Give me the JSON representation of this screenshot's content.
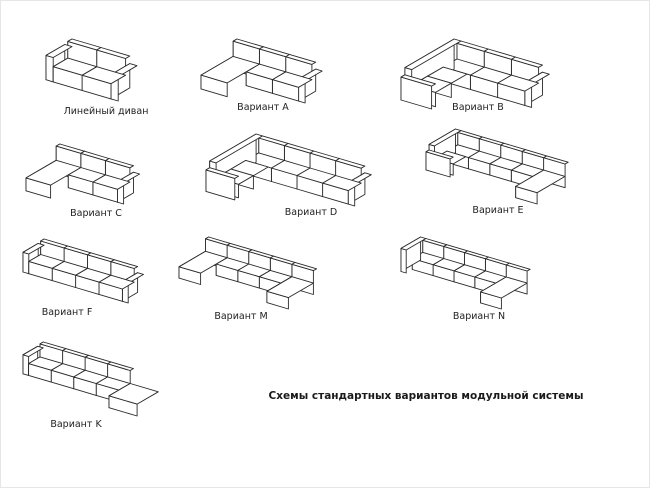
{
  "title": "Схемы стандартных вариантов модульной системы",
  "variants": [
    {
      "id": "linear",
      "label": "Линейный диван"
    },
    {
      "id": "a",
      "label": "Вариант A"
    },
    {
      "id": "b",
      "label": "Вариант B"
    },
    {
      "id": "c",
      "label": "Вариант C"
    },
    {
      "id": "d",
      "label": "Вариант D"
    },
    {
      "id": "e",
      "label": "Вариант E"
    },
    {
      "id": "f",
      "label": "Вариант F"
    },
    {
      "id": "m",
      "label": "Вариант M"
    },
    {
      "id": "n",
      "label": "Вариант N"
    },
    {
      "id": "k",
      "label": "Вариант K"
    }
  ],
  "colors": {
    "line": "#2a2a2a",
    "fill": "#ffffff"
  }
}
